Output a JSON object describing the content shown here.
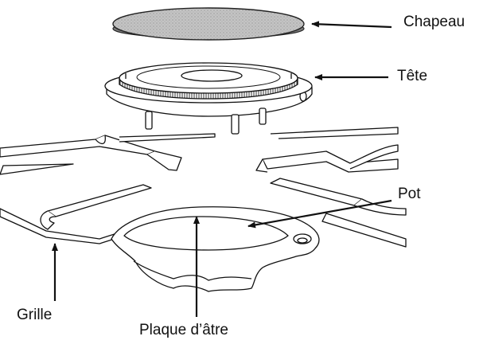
{
  "labels": {
    "chapeau": "Chapeau",
    "tete": "Tête",
    "pot": "Pot",
    "grille": "Grille",
    "plaque": "Plaque d’âtre"
  },
  "colors": {
    "ink": "#111111",
    "cap_fill": "#b9b9b9",
    "cap_edge": "#6e6e6e",
    "paper": "#ffffff"
  }
}
